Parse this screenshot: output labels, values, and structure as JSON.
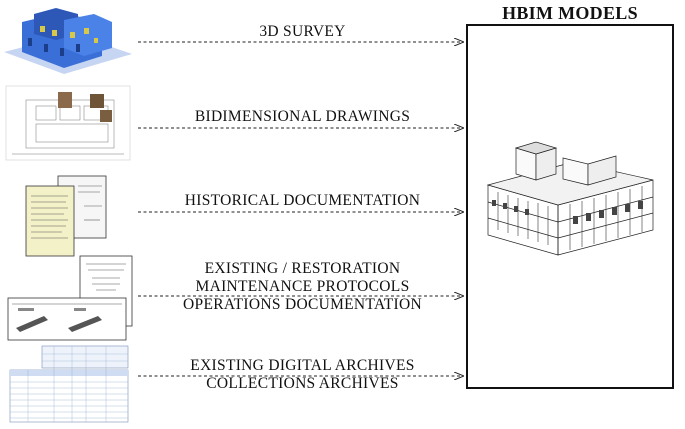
{
  "title": "HBIM MODELS",
  "rows": [
    {
      "key": "survey",
      "lines": [
        "3D SURVEY"
      ]
    },
    {
      "key": "drawings",
      "lines": [
        "BIDIMENSIONAL DRAWINGS"
      ]
    },
    {
      "key": "historical",
      "lines": [
        "HISTORICAL DOCUMENTATION"
      ]
    },
    {
      "key": "protocols",
      "lines": [
        "EXISTING / RESTORATION",
        "MAINTENANCE PROTOCOLS",
        "OPERATIONS DOCUMENTATION"
      ]
    },
    {
      "key": "archives",
      "lines": [
        "EXISTING DIGITAL ARCHIVES",
        "COLLECTIONS ARCHIVES"
      ]
    }
  ],
  "colors": {
    "pointcloud": "#3a6fd8",
    "pointcloud_accent": "#d8c84a",
    "line": "#222222"
  },
  "icons": [
    "point-cloud-icon",
    "plan-drawing-icon",
    "document-stack-icon",
    "protocol-document-icon",
    "spreadsheet-icon",
    "building-model-icon"
  ]
}
